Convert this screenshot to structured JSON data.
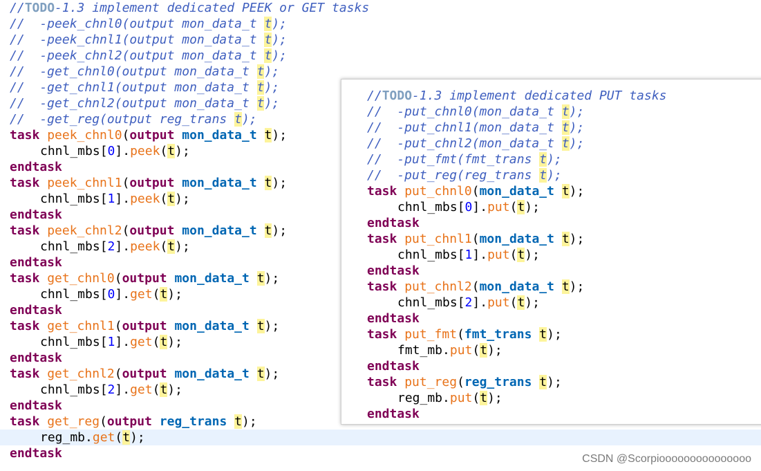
{
  "left_panel": {
    "comment": {
      "head_prefix": "//",
      "head_todo": "TODO",
      "head_rest": "-1.3 implement dedicated PEEK or GET tasks",
      "lines": [
        {
          "text": "//  -peek_chnl0(output mon_data_t ",
          "arg": "t",
          "tail": ");"
        },
        {
          "text": "//  -peek_chnl1(output mon_data_t ",
          "arg": "t",
          "tail": ");"
        },
        {
          "text": "//  -peek_chnl2(output mon_data_t ",
          "arg": "t",
          "tail": ");"
        },
        {
          "text": "//  -get_chnl0(output mon_data_t ",
          "arg": "t",
          "tail": ");"
        },
        {
          "text": "//  -get_chnl1(output mon_data_t ",
          "arg": "t",
          "tail": ");"
        },
        {
          "text": "//  -get_chnl2(output mon_data_t ",
          "arg": "t",
          "tail": ");"
        },
        {
          "text": "//  -get_reg(output reg_trans ",
          "arg": "t",
          "tail": ");"
        }
      ]
    },
    "tasks": [
      {
        "kw": "task",
        "name": "peek_chnl0",
        "dir": "output",
        "type": "mon_data_t",
        "arg": "t",
        "obj": "chnl_mbs",
        "idx": "0",
        "method": "peek",
        "end": "endtask"
      },
      {
        "kw": "task",
        "name": "peek_chnl1",
        "dir": "output",
        "type": "mon_data_t",
        "arg": "t",
        "obj": "chnl_mbs",
        "idx": "1",
        "method": "peek",
        "end": "endtask"
      },
      {
        "kw": "task",
        "name": "peek_chnl2",
        "dir": "output",
        "type": "mon_data_t",
        "arg": "t",
        "obj": "chnl_mbs",
        "idx": "2",
        "method": "peek",
        "end": "endtask"
      },
      {
        "kw": "task",
        "name": "get_chnl0",
        "dir": "output",
        "type": "mon_data_t",
        "arg": "t",
        "obj": "chnl_mbs",
        "idx": "0",
        "method": "get",
        "end": "endtask"
      },
      {
        "kw": "task",
        "name": "get_chnl1",
        "dir": "output",
        "type": "mon_data_t",
        "arg": "t",
        "obj": "chnl_mbs",
        "idx": "1",
        "method": "get",
        "end": "endtask"
      },
      {
        "kw": "task",
        "name": "get_chnl2",
        "dir": "output",
        "type": "mon_data_t",
        "arg": "t",
        "obj": "chnl_mbs",
        "idx": "2",
        "method": "get",
        "end": "endtask"
      },
      {
        "kw": "task",
        "name": "get_reg",
        "dir": "output",
        "type": "reg_trans",
        "arg": "t",
        "obj": "reg_mb",
        "idx": "",
        "method": "get",
        "end": "endtask"
      }
    ]
  },
  "right_panel": {
    "comment": {
      "head_prefix": "//",
      "head_todo": "TODO",
      "head_rest": "-1.3 implement dedicated PUT tasks",
      "lines": [
        {
          "text": "//  -put_chnl0(mon_data_t ",
          "arg": "t",
          "tail": ");"
        },
        {
          "text": "//  -put_chnl1(mon_data_t ",
          "arg": "t",
          "tail": ");"
        },
        {
          "text": "//  -put_chnl2(mon_data_t ",
          "arg": "t",
          "tail": ");"
        },
        {
          "text": "//  -put_fmt(fmt_trans ",
          "arg": "t",
          "tail": ");"
        },
        {
          "text": "//  -put_reg(reg_trans ",
          "arg": "t",
          "tail": ");"
        }
      ]
    },
    "tasks": [
      {
        "kw": "task",
        "name": "put_chnl0",
        "dir": "",
        "type": "mon_data_t",
        "arg": "t",
        "obj": "chnl_mbs",
        "idx": "0",
        "method": "put",
        "end": "endtask"
      },
      {
        "kw": "task",
        "name": "put_chnl1",
        "dir": "",
        "type": "mon_data_t",
        "arg": "t",
        "obj": "chnl_mbs",
        "idx": "1",
        "method": "put",
        "end": "endtask"
      },
      {
        "kw": "task",
        "name": "put_chnl2",
        "dir": "",
        "type": "mon_data_t",
        "arg": "t",
        "obj": "chnl_mbs",
        "idx": "2",
        "method": "put",
        "end": "endtask"
      },
      {
        "kw": "task",
        "name": "put_fmt",
        "dir": "",
        "type": "fmt_trans",
        "arg": "t",
        "obj": "fmt_mb",
        "idx": "",
        "method": "put",
        "end": "endtask"
      },
      {
        "kw": "task",
        "name": "put_reg",
        "dir": "",
        "type": "reg_trans",
        "arg": "t",
        "obj": "reg_mb",
        "idx": "",
        "method": "put",
        "end": "endtask"
      }
    ]
  },
  "editor": {
    "highlighted_line": "left.tasks.6.body"
  },
  "watermark": "CSDN @Scorpiooooooooooooooo",
  "colors": {
    "keyword": "#7f0055",
    "function": "#e8731a",
    "type": "#0066b3",
    "number": "#0000ff",
    "comment": "#3f5fbf",
    "todo": "#7f9fbf",
    "arg_highlight": "#fdf49b",
    "current_line": "#e8f2fe"
  }
}
